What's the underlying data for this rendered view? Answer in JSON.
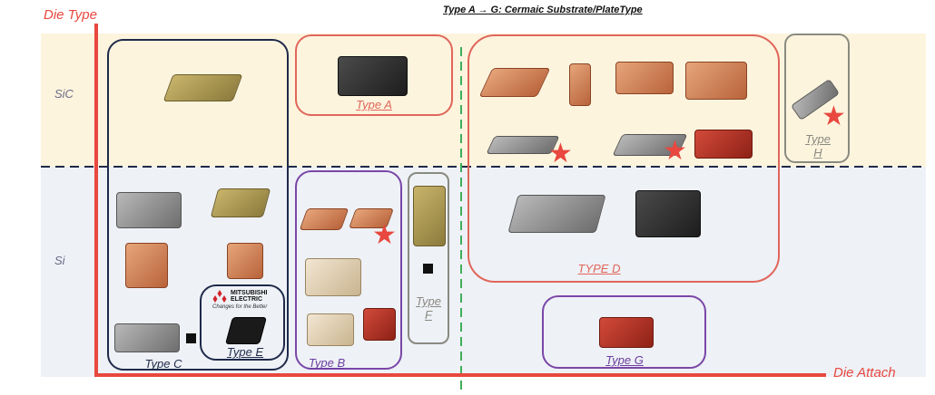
{
  "title": "Type A → G: Cermaic Substrate/PlateType",
  "y_axis_label": "Die Type",
  "x_axis_label": "Die Attach",
  "rows": [
    "SiC",
    "Si"
  ],
  "types": {
    "a": "Type A",
    "b": "Type B",
    "c": "Type C",
    "d": "TYPE D",
    "e": "Type E",
    "f_line1": "Type",
    "f_line2": "F",
    "g": "Type G",
    "h_line1": "Type",
    "h_line2": "H"
  },
  "logo": {
    "line1": "MITSUBISHI",
    "line2": "ELECTRIC",
    "tagline": "Changes for the Better"
  },
  "colors": {
    "red": "#e8483f",
    "navy": "#1f2a4a",
    "purple": "#7a46a8",
    "gray": "#8a8a80",
    "green": "#3fae5a"
  }
}
